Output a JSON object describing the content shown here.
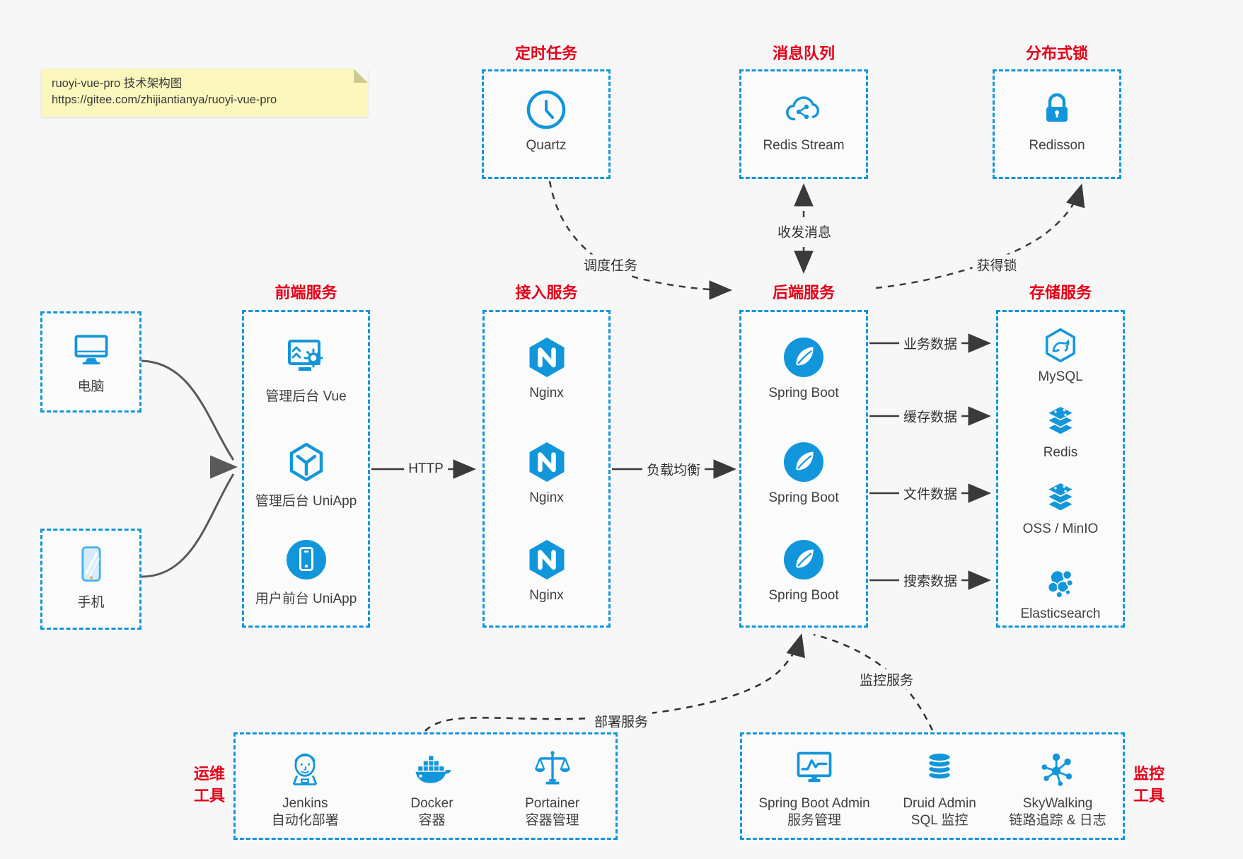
{
  "note": {
    "line1": "ruoyi-vue-pro 技术架构图",
    "line2": "https://gitee.com/zhijiantianya/ruoyi-vue-pro"
  },
  "colors": {
    "accent": "#1296db",
    "title_red": "#e60017",
    "arrow_dark": "#3a3a3a"
  },
  "top_groups": [
    {
      "title": "定时任务",
      "item": {
        "label": "Quartz",
        "icon": "clock-icon"
      }
    },
    {
      "title": "消息队列",
      "item": {
        "label": "Redis Stream",
        "icon": "cloud-message-icon"
      }
    },
    {
      "title": "分布式锁",
      "item": {
        "label": "Redisson",
        "icon": "lock-icon"
      }
    }
  ],
  "devices": [
    {
      "label": "电脑",
      "icon": "desktop-icon"
    },
    {
      "label": "手机",
      "icon": "smartphone-icon"
    }
  ],
  "columns": {
    "frontend": {
      "title": "前端服务",
      "items": [
        {
          "label": "管理后台 Vue"
        },
        {
          "label": "管理后台 UniApp"
        },
        {
          "label": "用户前台 UniApp"
        }
      ]
    },
    "gateway": {
      "title": "接入服务",
      "items": [
        {
          "label": "Nginx"
        },
        {
          "label": "Nginx"
        },
        {
          "label": "Nginx"
        }
      ]
    },
    "backend": {
      "title": "后端服务",
      "items": [
        {
          "label": "Spring Boot"
        },
        {
          "label": "Spring Boot"
        },
        {
          "label": "Spring Boot"
        }
      ]
    },
    "storage": {
      "title": "存储服务",
      "items": [
        {
          "label": "MySQL"
        },
        {
          "label": "Redis"
        },
        {
          "label": "OSS / MinIO"
        },
        {
          "label": "Elasticsearch"
        }
      ]
    }
  },
  "edges": {
    "http": "HTTP",
    "load_balance": "负载均衡",
    "schedule": "调度任务",
    "message": "收发消息",
    "lock": "获得锁",
    "data_labels": [
      "业务数据",
      "缓存数据",
      "文件数据",
      "搜索数据"
    ],
    "deploy": "部署服务",
    "monitor": "监控服务"
  },
  "bottom_groups": {
    "ops": {
      "title_line1": "运维",
      "title_line2": "工具",
      "items": [
        {
          "label": "Jenkins",
          "sub": "自动化部署"
        },
        {
          "label": "Docker",
          "sub": "容器"
        },
        {
          "label": "Portainer",
          "sub": "容器管理"
        }
      ]
    },
    "monitoring": {
      "title_line1": "监控",
      "title_line2": "工具",
      "items": [
        {
          "label": "Spring Boot Admin",
          "sub": "服务管理"
        },
        {
          "label": "Druid Admin",
          "sub": "SQL 监控"
        },
        {
          "label": "SkyWalking",
          "sub": "链路追踪 & 日志"
        }
      ]
    }
  }
}
